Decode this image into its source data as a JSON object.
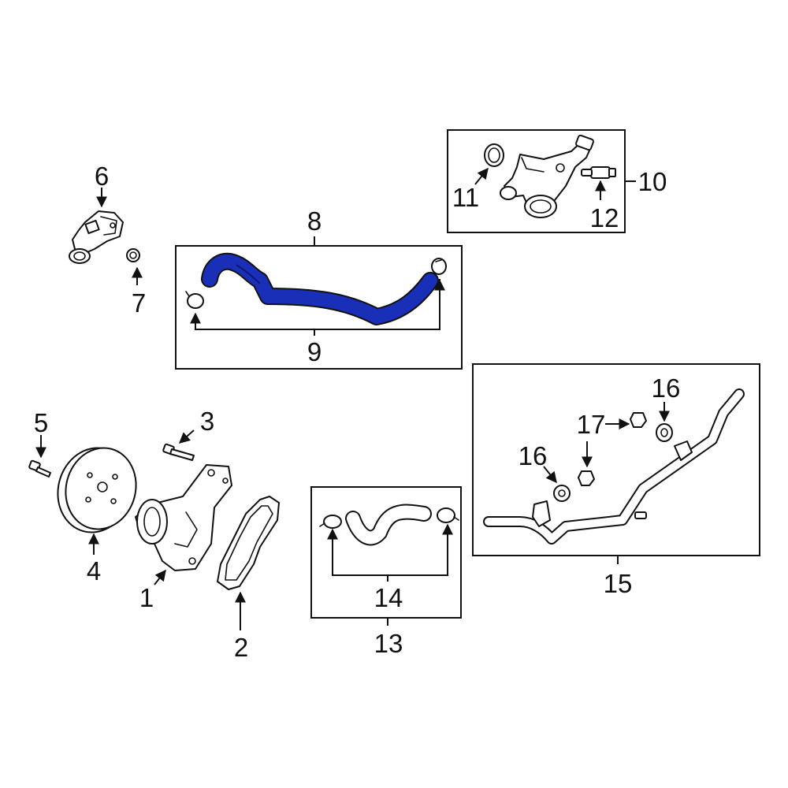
{
  "diagram": {
    "highlight_color": "#1a2fb8",
    "line_color": "#111111",
    "background": "#ffffff"
  },
  "callouts": {
    "c1": "1",
    "c2": "2",
    "c3": "3",
    "c4": "4",
    "c5": "5",
    "c6": "6",
    "c7": "7",
    "c8": "8",
    "c9": "9",
    "c10": "10",
    "c11": "11",
    "c12": "12",
    "c13": "13",
    "c14": "14",
    "c15": "15",
    "c16a": "16",
    "c16b": "16",
    "c17": "17"
  }
}
